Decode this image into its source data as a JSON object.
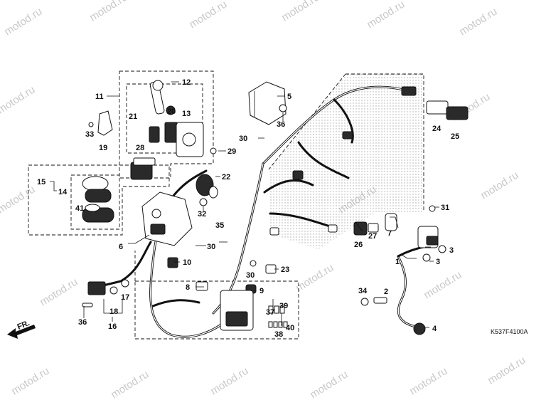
{
  "watermark": {
    "text": "motod.ru",
    "color": "#c9c9c9"
  },
  "diagram_code": "K537F4100A",
  "direction_arrow": {
    "label": "FR."
  },
  "callouts": [
    {
      "id": "c1",
      "label": "1"
    },
    {
      "id": "c2",
      "label": "2"
    },
    {
      "id": "c3a",
      "label": "3"
    },
    {
      "id": "c3b",
      "label": "3"
    },
    {
      "id": "c4",
      "label": "4"
    },
    {
      "id": "c5",
      "label": "5"
    },
    {
      "id": "c6",
      "label": "6"
    },
    {
      "id": "c7",
      "label": "7"
    },
    {
      "id": "c8",
      "label": "8"
    },
    {
      "id": "c9",
      "label": "9"
    },
    {
      "id": "c10",
      "label": "10"
    },
    {
      "id": "c11",
      "label": "11"
    },
    {
      "id": "c12",
      "label": "12"
    },
    {
      "id": "c13",
      "label": "13"
    },
    {
      "id": "c14",
      "label": "14"
    },
    {
      "id": "c15",
      "label": "15"
    },
    {
      "id": "c16",
      "label": "16"
    },
    {
      "id": "c17",
      "label": "17"
    },
    {
      "id": "c18",
      "label": "18"
    },
    {
      "id": "c19",
      "label": "19"
    },
    {
      "id": "c20",
      "label": "20"
    },
    {
      "id": "c21",
      "label": "21"
    },
    {
      "id": "c22",
      "label": "22"
    },
    {
      "id": "c23",
      "label": "23"
    },
    {
      "id": "c24",
      "label": "24"
    },
    {
      "id": "c25",
      "label": "25"
    },
    {
      "id": "c26",
      "label": "26"
    },
    {
      "id": "c27",
      "label": "27"
    },
    {
      "id": "c28",
      "label": "28"
    },
    {
      "id": "c29",
      "label": "29"
    },
    {
      "id": "c30a",
      "label": "30"
    },
    {
      "id": "c30b",
      "label": "30"
    },
    {
      "id": "c30c",
      "label": "30"
    },
    {
      "id": "c31",
      "label": "31"
    },
    {
      "id": "c32",
      "label": "32"
    },
    {
      "id": "c33",
      "label": "33"
    },
    {
      "id": "c34",
      "label": "34"
    },
    {
      "id": "c35",
      "label": "35"
    },
    {
      "id": "c36a",
      "label": "36"
    },
    {
      "id": "c36b",
      "label": "36"
    },
    {
      "id": "c37",
      "label": "37"
    },
    {
      "id": "c38",
      "label": "38"
    },
    {
      "id": "c39",
      "label": "39"
    },
    {
      "id": "c40",
      "label": "40"
    },
    {
      "id": "c41",
      "label": "41"
    }
  ]
}
